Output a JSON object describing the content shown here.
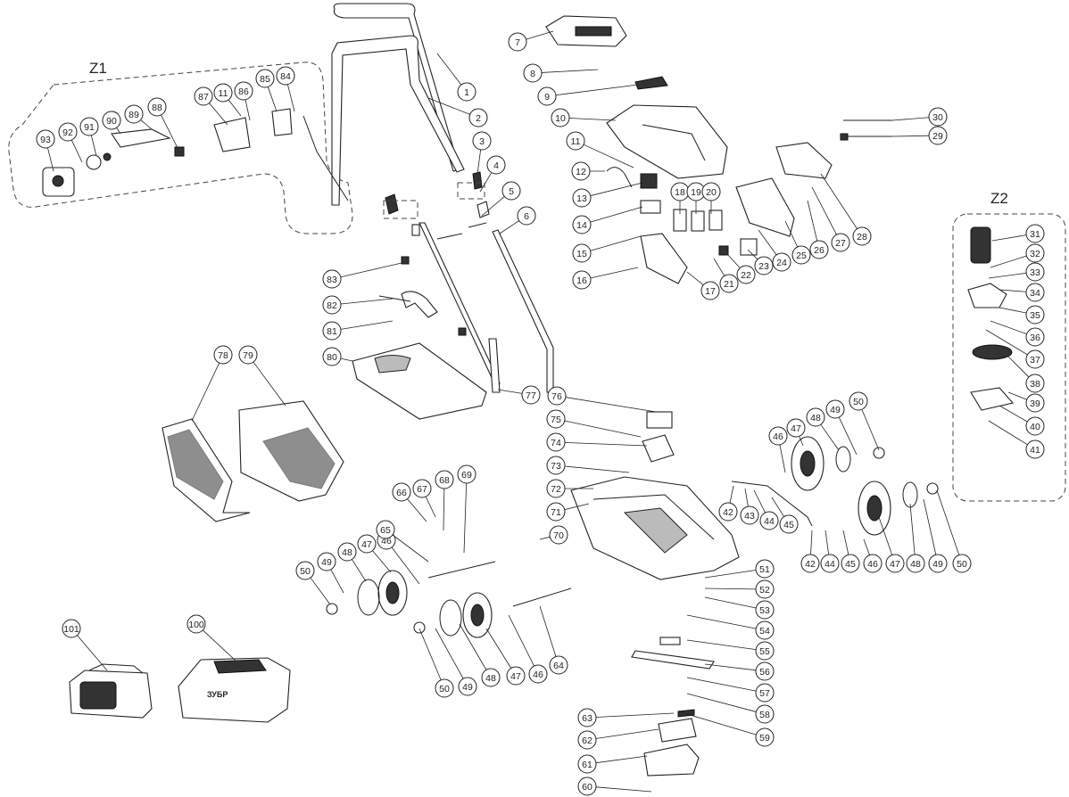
{
  "diagram": {
    "group_labels": {
      "z1": "Z1",
      "z2": "Z2"
    },
    "callouts": {
      "c1": "1",
      "c2": "2",
      "c3": "3",
      "c4": "4",
      "c5": "5",
      "c6": "6",
      "c7": "7",
      "c8": "8",
      "c9": "9",
      "c10": "10",
      "c11a": "11",
      "c11b": "11",
      "c12": "12",
      "c13": "13",
      "c14": "14",
      "c15": "15",
      "c16": "16",
      "c17": "17",
      "c18": "18",
      "c19": "19",
      "c20": "20",
      "c21": "21",
      "c22": "22",
      "c23": "23",
      "c24": "24",
      "c25": "25",
      "c26": "26",
      "c27": "27",
      "c28": "28",
      "c29": "29",
      "c30": "30",
      "c31": "31",
      "c32": "32",
      "c33": "33",
      "c34": "34",
      "c35": "35",
      "c36": "36",
      "c37": "37",
      "c38": "38",
      "c39": "39",
      "c40": "40",
      "c41": "41",
      "c42a": "42",
      "c42b": "42",
      "c43": "43",
      "c44a": "44",
      "c44b": "44",
      "c45a": "45",
      "c45b": "45",
      "c46a": "46",
      "c46b": "46",
      "c46c": "46",
      "c46d": "46",
      "c47a": "47",
      "c47b": "47",
      "c47c": "47",
      "c47d": "47",
      "c48a": "48",
      "c48b": "48",
      "c48c": "48",
      "c48d": "48",
      "c49a": "49",
      "c49b": "49",
      "c49c": "49",
      "c49d": "49",
      "c50a": "50",
      "c50b": "50",
      "c50c": "50",
      "c50d": "50",
      "c51": "51",
      "c52": "52",
      "c53": "53",
      "c54": "54",
      "c55": "55",
      "c56": "56",
      "c57": "57",
      "c58": "58",
      "c59": "59",
      "c60": "60",
      "c61": "61",
      "c62": "62",
      "c63": "63",
      "c64": "64",
      "c65": "65",
      "c66": "66",
      "c67": "67",
      "c68": "68",
      "c69": "69",
      "c70": "70",
      "c71": "71",
      "c72": "72",
      "c73": "73",
      "c74": "74",
      "c75": "75",
      "c76": "76",
      "c77": "77",
      "c78": "78",
      "c79": "79",
      "c80": "80",
      "c81": "81",
      "c82": "82",
      "c83": "83",
      "c84": "84",
      "c85": "85",
      "c86": "86",
      "c87": "87",
      "c88": "88",
      "c89": "89",
      "c90": "90",
      "c91": "91",
      "c92": "92",
      "c93": "93",
      "c100": "100",
      "c101": "101"
    },
    "brand_mark": "ЗУБР"
  }
}
